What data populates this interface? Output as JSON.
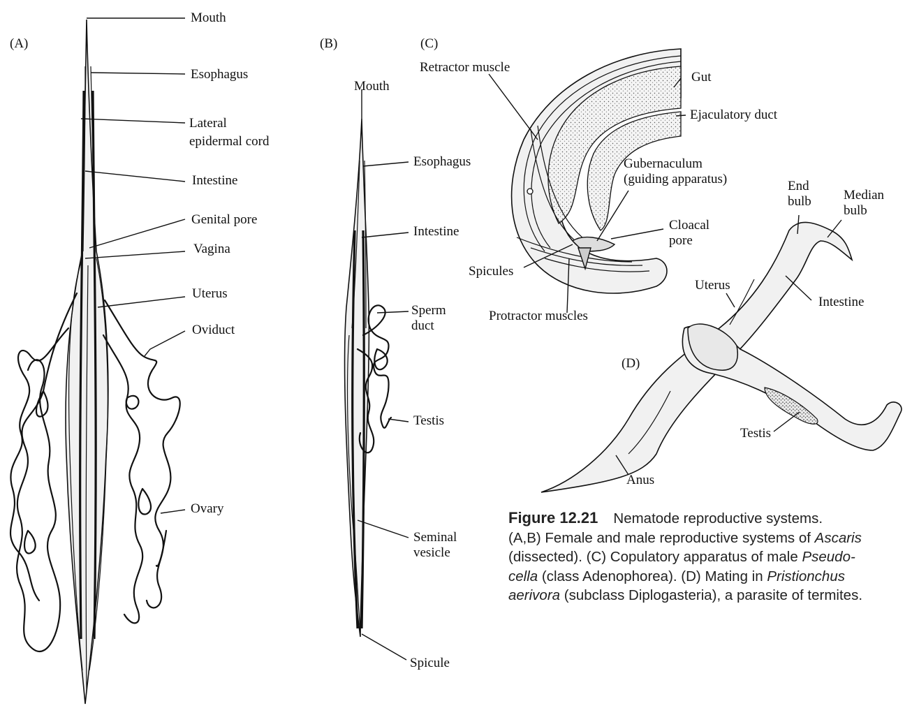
{
  "panels": {
    "a": "(A)",
    "b": "(B)",
    "c": "(C)",
    "d": "(D)"
  },
  "labels_a": {
    "mouth": "Mouth",
    "esophagus": "Esophagus",
    "lateral_cord": "Lateral\nepidermal cord",
    "intestine": "Intestine",
    "genital_pore": "Genital pore",
    "vagina": "Vagina",
    "uterus": "Uterus",
    "oviduct": "Oviduct",
    "ovary": "Ovary"
  },
  "labels_b": {
    "mouth": "Mouth",
    "esophagus": "Esophagus",
    "intestine": "Intestine",
    "sperm_duct": "Sperm\nduct",
    "testis": "Testis",
    "seminal_vesicle": "Seminal\nvesicle",
    "spicule": "Spicule"
  },
  "labels_c": {
    "retractor": "Retractor muscle",
    "gut": "Gut",
    "ejaculatory": "Ejaculatory duct",
    "gubernaculum": "Gubernaculum\n(guiding apparatus)",
    "cloacal": "Cloacal\npore",
    "spicules": "Spicules",
    "protractor": "Protractor muscles"
  },
  "labels_d": {
    "end_bulb": "End\nbulb",
    "median_bulb": "Median\nbulb",
    "uterus": "Uterus",
    "intestine": "Intestine",
    "testis": "Testis",
    "anus": "Anus"
  },
  "caption": {
    "figure": "Figure 12.21",
    "line1": "Nematode reproductive systems.",
    "l2a": "(A,B) Female and male reproductive systems of ",
    "l2i": "Ascaris",
    "l3": "(dissected). (C) Copulatory apparatus of male ",
    "l3i": "Pseudo-",
    "l4i": "cella",
    "l4": " (class Adenophorea). (D) Mating in ",
    "l4i2": "Pristionchus",
    "l5i": "aerivora",
    "l5": " (subclass Diplogasteria), a parasite of termites."
  }
}
